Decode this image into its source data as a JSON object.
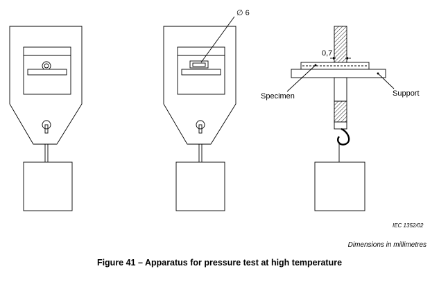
{
  "annotations": {
    "diameter_label": "∅ 6",
    "dimension_label": "0,7",
    "specimen_label": "Specimen",
    "support_label": "Support",
    "reference_code": "IEC 1352/02"
  },
  "units_note": "Dimensions in millimetres",
  "caption": "Figure 41 – Apparatus for pressure test at high temperature"
}
